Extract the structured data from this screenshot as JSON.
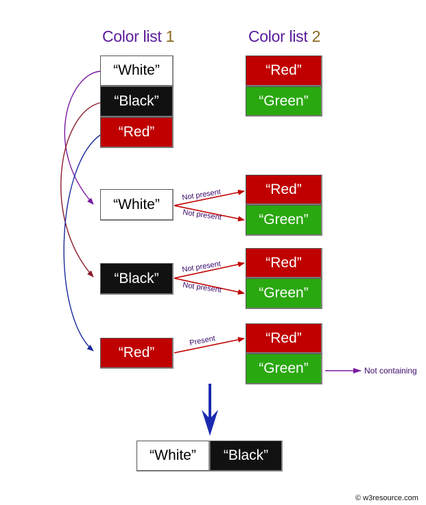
{
  "headings": {
    "list1_text": "Color list ",
    "list1_num": "1",
    "list2_text": "Color list ",
    "list2_num": "2"
  },
  "list1": [
    "“White”",
    "“Black”",
    "“Red”"
  ],
  "list2": [
    "“Red”",
    "“Green”"
  ],
  "checks": [
    {
      "item": "“White”",
      "red": "“Red”",
      "green": "“Green”",
      "label_top": "Not present",
      "label_bottom": "Not present"
    },
    {
      "item": "“Black”",
      "red": "“Red”",
      "green": "“Green”",
      "label_top": "Not present",
      "label_bottom": "Not present"
    },
    {
      "item": "“Red”",
      "red": "“Red”",
      "green": "“Green”",
      "label_top": "Present"
    }
  ],
  "not_containing": "Not containing",
  "result": [
    "“White”",
    "“Black”"
  ],
  "watermark": "© w3resource.com",
  "colors": {
    "white": "#ffffff",
    "black": "#111111",
    "red": "#c00000",
    "green": "#2aa810",
    "heading": "#5a1a9a",
    "heading_number": "#8a6a1e",
    "arrow_red": "#c00000",
    "arrow_purple": "#7a1aa0",
    "arrow_maroon": "#8a1a2a",
    "arrow_blue": "#1a2a9a",
    "arrow_down": "#1a2ab0"
  }
}
